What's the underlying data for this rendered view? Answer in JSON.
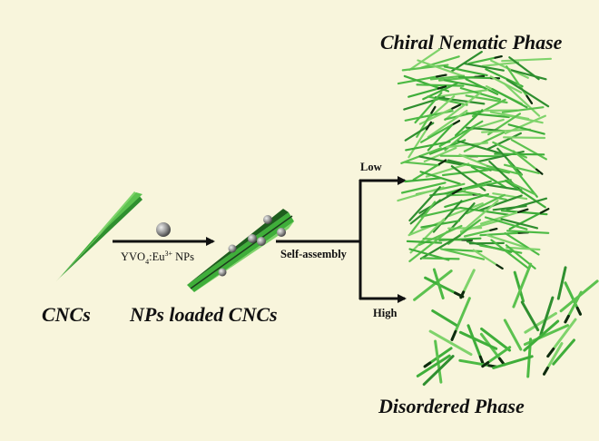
{
  "labels": {
    "cncs": "CNCs",
    "nps_loaded": "NPs loaded CNCs",
    "chiral_title": "Chiral Nematic Phase",
    "disordered_title": "Disordered Phase",
    "reagent_main": "YVO",
    "reagent_sub": "4",
    "reagent_mid": ":Eu",
    "reagent_sup": "3+",
    "reagent_end": " NPs",
    "self_assembly": "Self-assembly",
    "low": "Low",
    "high": "High"
  },
  "colors": {
    "background": "#f8f5dc",
    "rod_green": "#3fae3a",
    "rod_light": "#7fd36b",
    "rod_dark": "#1d5e1d",
    "particle": "#9a9a9a",
    "arrow": "#111111"
  },
  "icons": {
    "cnc_rod": "twisted-green-ribbon",
    "nanoparticle": "gray-sphere",
    "arrow": "black-arrow"
  }
}
